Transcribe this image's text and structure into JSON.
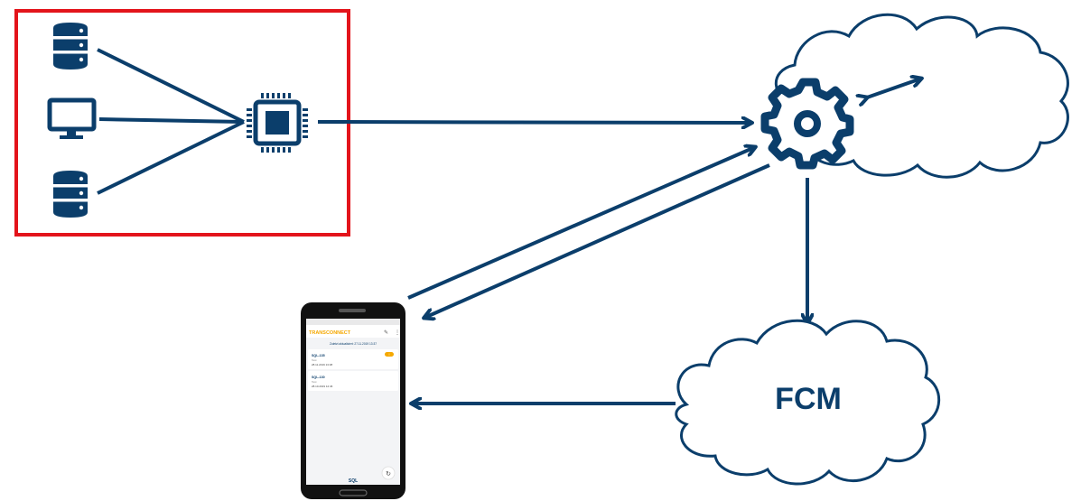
{
  "colors": {
    "primary": "#0b3e6b",
    "highlight_box": "#e3141b",
    "brand_accent": "#f5a800",
    "background": "#ffffff",
    "phone_body": "#111111",
    "phone_screen": "#f3f4f6"
  },
  "icons": {
    "source_db_top": "database-icon",
    "source_monitor": "monitor-icon",
    "source_db_bottom": "database-icon",
    "processor": "cpu-chip-icon",
    "server": "gear-icon",
    "server_db": "database-icon",
    "server_cloud": "cloud-icon",
    "fcm_cloud": "cloud-icon",
    "phone": "smartphone-icon"
  },
  "fcm": {
    "label": "FCM"
  },
  "phone": {
    "app_title": "TRANSCONNECT",
    "status_line": "Zuletzt aktualisiert: 27.11.2019 13:37",
    "cards": [
      {
        "title": "SQL-135",
        "subtitle": "Test",
        "date": "28.11.2019 13:38",
        "badge": "!"
      },
      {
        "title": "SQL-130",
        "subtitle": "Test",
        "date": "28.10.2019 12:46",
        "badge": ""
      }
    ],
    "footer_logo": "SQL"
  }
}
